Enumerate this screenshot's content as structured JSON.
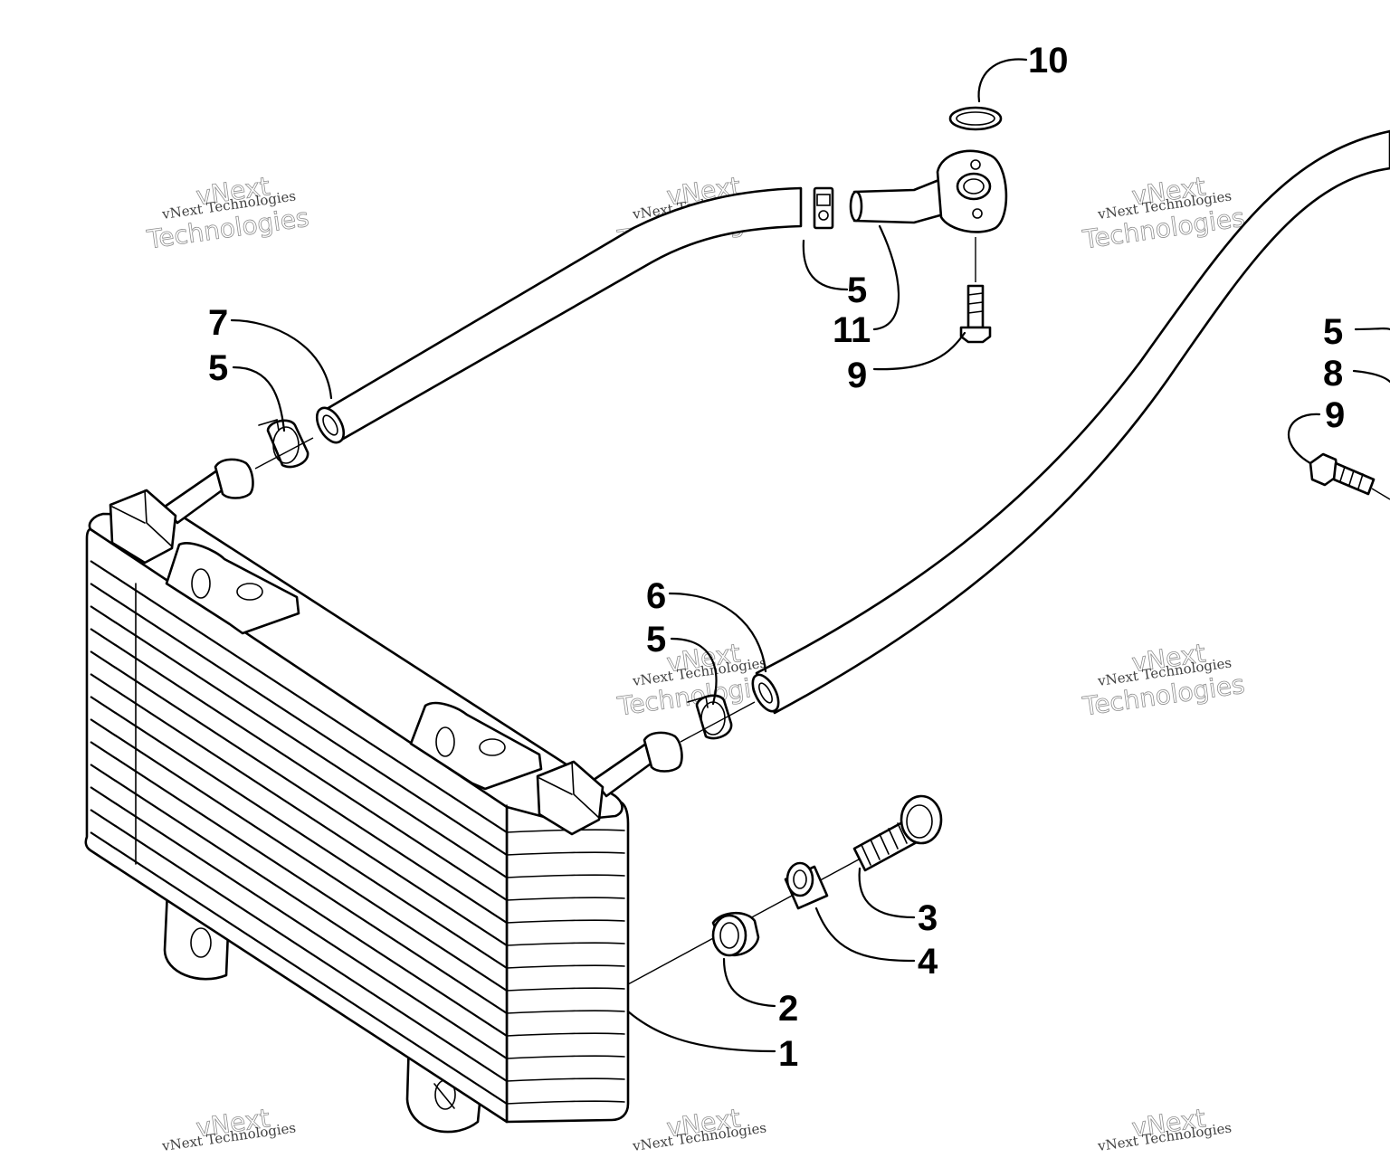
{
  "callouts": {
    "c1": "1",
    "c2": "2",
    "c3": "3",
    "c4": "4",
    "c5a": "5",
    "c5b": "5",
    "c5c": "5",
    "c5d": "5",
    "c6": "6",
    "c7": "7",
    "c8": "8",
    "c9a": "9",
    "c9b": "9",
    "c10": "10",
    "c11": "11"
  },
  "watermark": {
    "line1": "vNext Technologies",
    "line2a": "vNext",
    "line2b": "Technologies"
  }
}
